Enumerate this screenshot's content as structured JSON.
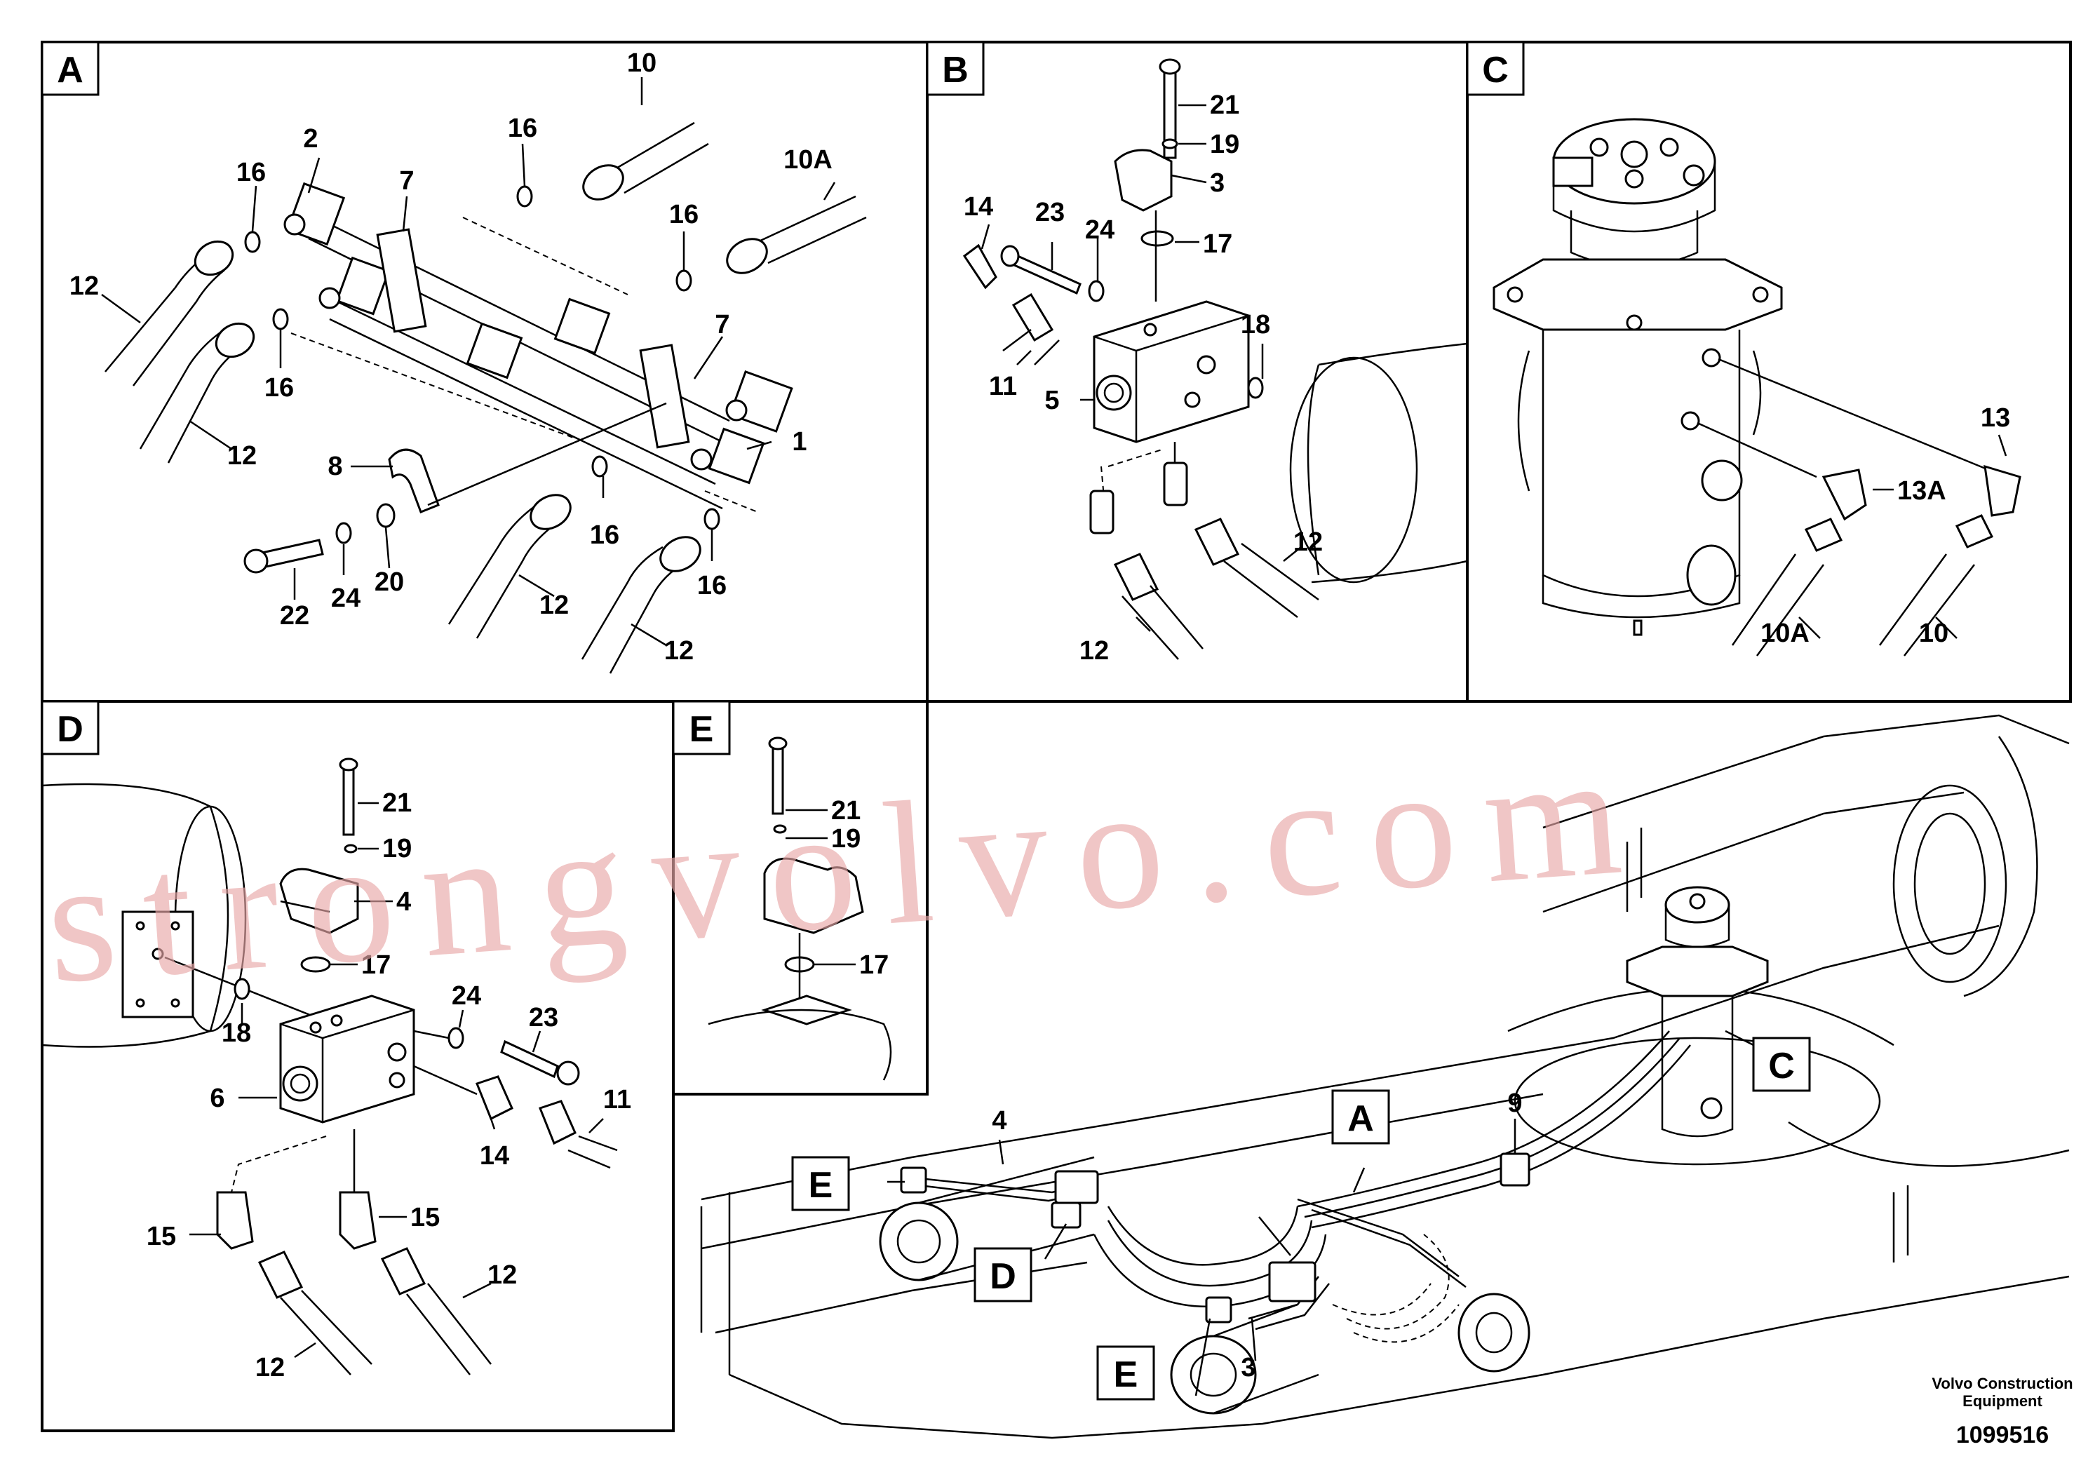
{
  "panels": {
    "a": {
      "letter": "A"
    },
    "b": {
      "letter": "B"
    },
    "c": {
      "letter": "C"
    },
    "d": {
      "letter": "D"
    },
    "e": {
      "letter": "E"
    }
  },
  "callouts": {
    "a": [
      "10",
      "16",
      "2",
      "16",
      "7",
      "10A",
      "16",
      "12",
      "16",
      "7",
      "12",
      "8",
      "1",
      "16",
      "16",
      "22",
      "24",
      "20",
      "12",
      "12"
    ],
    "b": [
      "21",
      "19",
      "3",
      "14",
      "23",
      "24",
      "17",
      "18",
      "11",
      "5",
      "12",
      "12"
    ],
    "c": [
      "13",
      "13A",
      "10A",
      "10"
    ],
    "d": [
      "21",
      "19",
      "4",
      "17",
      "18",
      "24",
      "23",
      "6",
      "11",
      "14",
      "15",
      "15",
      "12",
      "12"
    ],
    "e": [
      "21",
      "19",
      "17"
    ],
    "overview": [
      "4",
      "9",
      "3"
    ]
  },
  "overview_tags": [
    "E",
    "D",
    "A",
    "E",
    "C"
  ],
  "watermark": "strongvolvo.com",
  "footer": {
    "brand_line1": "Volvo Construction",
    "brand_line2": "Equipment",
    "drawing_number": "1099516"
  },
  "colors": {
    "line": "#000000",
    "watermark": "#e8a8a8",
    "background": "#ffffff"
  }
}
